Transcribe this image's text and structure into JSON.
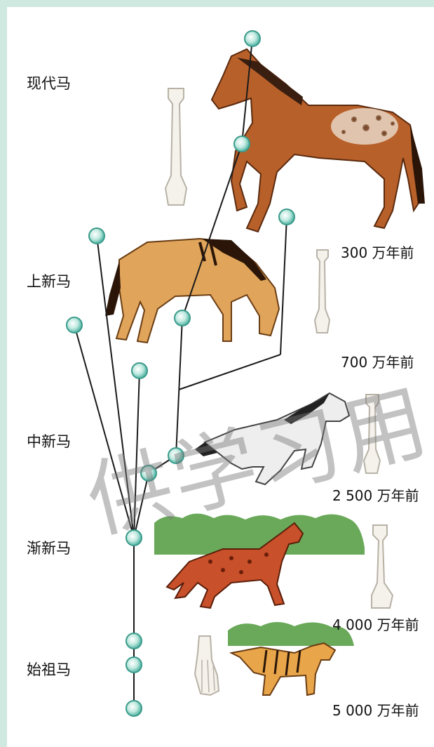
{
  "eras": [
    {
      "name": "现代马"
    },
    {
      "name": "上新马"
    },
    {
      "name": "中新马"
    },
    {
      "name": "渐新马"
    },
    {
      "name": "始祖马"
    }
  ],
  "times": [
    {
      "label": "300 万年前"
    },
    {
      "label": "700 万年前"
    },
    {
      "label": "2 500 万年前"
    },
    {
      "label": "4 000 万年前"
    },
    {
      "label": "5 000 万年前"
    }
  ],
  "watermark": "供学习用",
  "colors": {
    "node": "#5fbfb0",
    "line": "#1a1a1a",
    "frame": "#cfe8e0"
  }
}
